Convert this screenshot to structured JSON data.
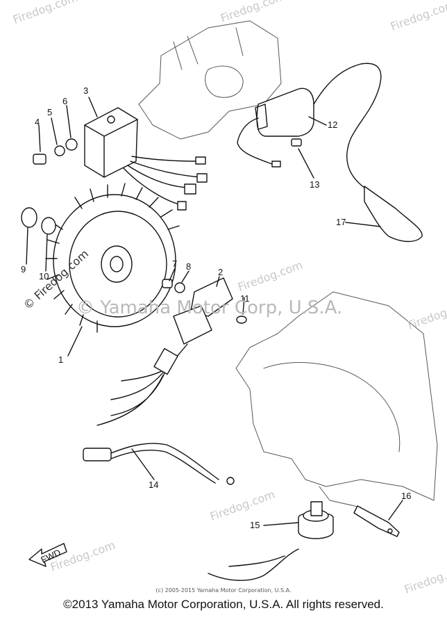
{
  "watermarks": {
    "brand": "Firedog.com",
    "diagonal_center": "© Firedog.com",
    "copyright_overlay": "© Yamaha Motor Corp, U.S.A."
  },
  "parts": [
    {
      "number": "1"
    },
    {
      "number": "2"
    },
    {
      "number": "3"
    },
    {
      "number": "4"
    },
    {
      "number": "5"
    },
    {
      "number": "6"
    },
    {
      "number": "7"
    },
    {
      "number": "8"
    },
    {
      "number": "9"
    },
    {
      "number": "10"
    },
    {
      "number": "11"
    },
    {
      "number": "12"
    },
    {
      "number": "13"
    },
    {
      "number": "14"
    },
    {
      "number": "15"
    },
    {
      "number": "16"
    },
    {
      "number": "17"
    }
  ],
  "arrow_label": "FWD",
  "footer": {
    "small": "(c) 2005-2015 Yamaha Motor Corporation, U.S.A.",
    "main": "©2013 Yamaha Motor Corporation, U.S.A. All rights reserved."
  }
}
